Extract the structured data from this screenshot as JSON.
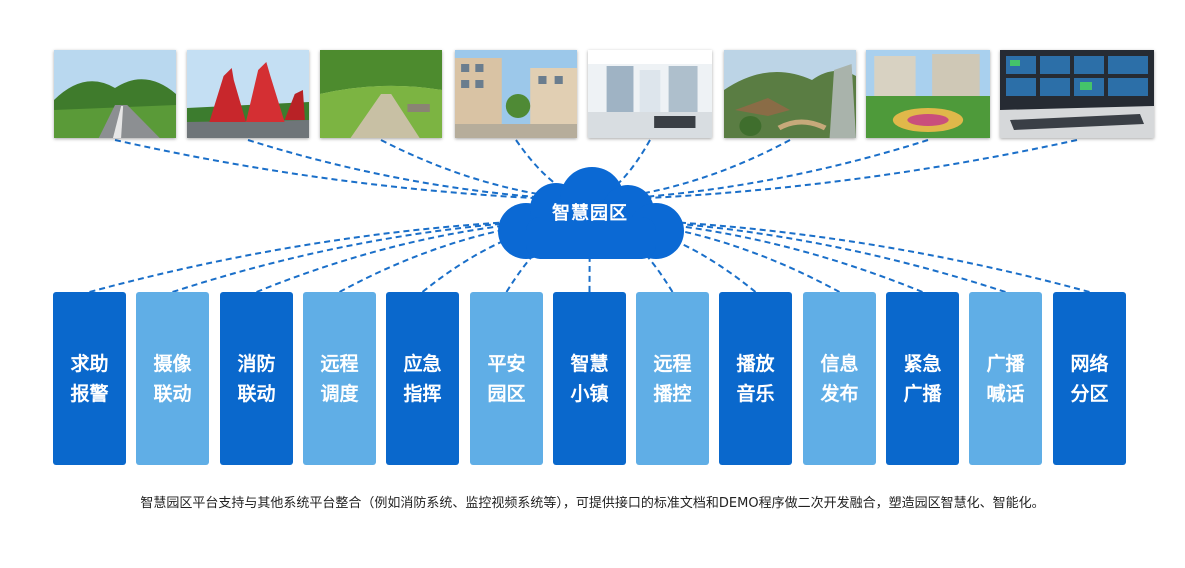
{
  "center_node": {
    "label": "智慧园区",
    "color": "#0b69d4"
  },
  "photos": [
    {
      "name": "photo-park-road",
      "scene": "road"
    },
    {
      "name": "photo-red-sculpture",
      "scene": "sculpture"
    },
    {
      "name": "photo-park-path",
      "scene": "park"
    },
    {
      "name": "photo-street",
      "scene": "street"
    },
    {
      "name": "photo-lobby",
      "scene": "lobby"
    },
    {
      "name": "photo-scenic-area",
      "scene": "scenic"
    },
    {
      "name": "photo-garden-residence",
      "scene": "garden"
    },
    {
      "name": "photo-control-room",
      "scene": "control"
    }
  ],
  "functions": [
    {
      "label": "求助报警",
      "tone": "dark"
    },
    {
      "label": "摄像联动",
      "tone": "light"
    },
    {
      "label": "消防联动",
      "tone": "dark"
    },
    {
      "label": "远程调度",
      "tone": "light"
    },
    {
      "label": "应急指挥",
      "tone": "dark"
    },
    {
      "label": "平安园区",
      "tone": "light"
    },
    {
      "label": "智慧小镇",
      "tone": "dark"
    },
    {
      "label": "远程播控",
      "tone": "light"
    },
    {
      "label": "播放音乐",
      "tone": "dark"
    },
    {
      "label": "信息发布",
      "tone": "light"
    },
    {
      "label": "紧急广播",
      "tone": "dark"
    },
    {
      "label": "广播喊话",
      "tone": "light"
    },
    {
      "label": "网络分区",
      "tone": "dark"
    }
  ],
  "colors": {
    "dark": "#0a68cc",
    "light": "#60aee6",
    "line": "#1a6fc9"
  },
  "caption": "智慧园区平台支持与其他系统平台整合（例如消防系统、监控视频系统等），可提供接口的标准文档和DEMO程序做二次开发融合，塑造园区智慧化、智能化。"
}
